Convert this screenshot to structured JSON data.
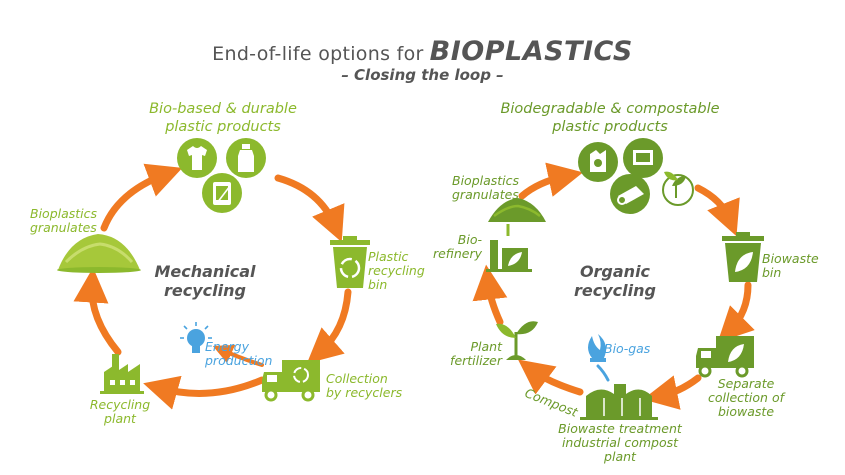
{
  "title": {
    "prefix": "End-of-life options for",
    "main": "BIOPLASTICS",
    "subtitle": "– Closing the loop –"
  },
  "colors": {
    "green": "#8cb92d",
    "dark_green": "#6b9a2a",
    "orange": "#f07a22",
    "blue": "#4aa3df",
    "grey": "#555555"
  },
  "left": {
    "category": "Bio-based & durable\nplastic products",
    "process": "Mechanical\nrecycling",
    "steps": {
      "bin": "Plastic\nrecycling\nbin",
      "collection": "Collection\nby recyclers",
      "energy": "Energy\nproduction",
      "plant": "Recycling\nplant",
      "granulates": "Bioplastics\ngranulates"
    },
    "icons": [
      "tshirt-icon",
      "bottle-icon",
      "phone-icon",
      "granulate-pile-icon",
      "recycling-bin-icon",
      "collection-truck-icon",
      "lightbulb-icon",
      "factory-icon"
    ]
  },
  "right": {
    "category": "Biodegradable & compostable\nplastic products",
    "process": "Organic\nrecycling",
    "steps": {
      "granulates": "Bioplastics\ngranulates",
      "biorefinery": "Bio-\nrefinery",
      "biowaste_bin": "Biowaste\nbin",
      "separate": "Separate\ncollection of\nbiowaste",
      "treatment": "Biowaste treatment\nindustrial compost plant",
      "compost": "Compost",
      "biogas": "Bio-gas",
      "fertilizer": "Plant\nfertilizer"
    },
    "icons": [
      "bag-icon",
      "film-icon",
      "roll-icon",
      "seedling-cup-icon",
      "granulate-pile-icon",
      "biorefinery-icon",
      "biowaste-bin-icon",
      "biowaste-truck-icon",
      "compost-plant-icon",
      "gas-flame-icon",
      "plant-icon"
    ]
  }
}
